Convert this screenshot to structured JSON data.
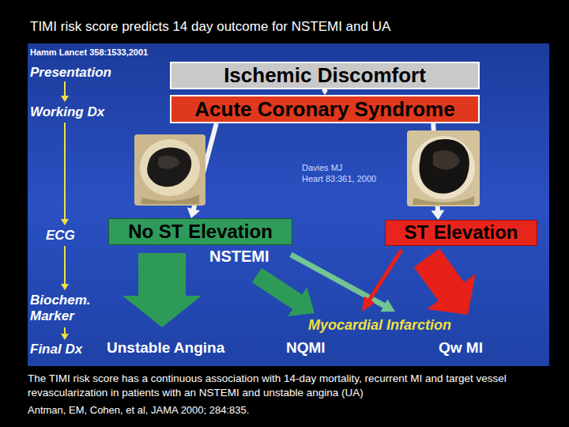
{
  "diagram": {
    "title": "TIMI risk score predicts 14 day outcome for NSTEMI and UA",
    "caption": "The TIMI risk score has a continuous association with 14-day mortality, recurrent MI and target vessel revascularization in patients with an NSTEMI and unstable angina (UA)",
    "nodes": [
      {
        "text": [
          "Ischemic Discomfort"
        ]
      },
      {
        "text": [
          "Acute Coronary Syndrome"
        ]
      },
      {
        "text": [
          "No ST Elevation"
        ]
      },
      {
        "text": [
          "ST Elevation"
        ]
      }
    ],
    "edges": [
      {
        "from": 0,
        "to": 1,
        "arrow": "to"
      },
      {
        "from": 1,
        "to": 2,
        "arrow": "to"
      },
      {
        "from": 1,
        "to": 3,
        "arrow": "to"
      }
    ],
    "labels": [
      "Hamm Lancet 358:1533,2001",
      "Presentation",
      "Working Dx",
      "ECG",
      "Biochem. Marker",
      "Final Dx",
      "Davies MJ",
      "Heart 83:361, 2000",
      "NSTEMI",
      "Myocardial Infarction",
      "Unstable Angina",
      "NQMI",
      "Qw MI",
      "Antman, EM, Cohen, et al, JAMA 2000; 284:835."
    ]
  }
}
